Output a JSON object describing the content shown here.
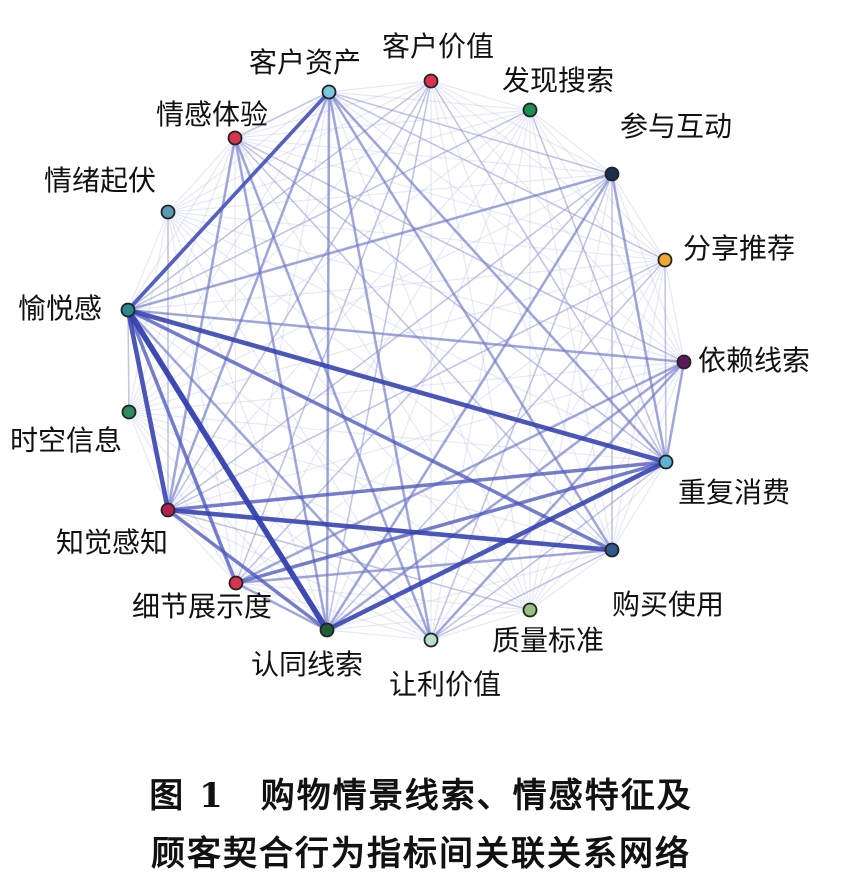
{
  "diagram": {
    "type": "network",
    "nodes": [
      {
        "id": "kehu_zichan",
        "label": "客户资产",
        "color": "#7ac8dc"
      },
      {
        "id": "kehu_jiazhi",
        "label": "客户价值",
        "color": "#d8334f"
      },
      {
        "id": "faxian_sousuo",
        "label": "发现搜索",
        "color": "#1f8f4f"
      },
      {
        "id": "canyu_hudong",
        "label": "参与互动",
        "color": "#1c2f4a"
      },
      {
        "id": "fenxiang_tuijian",
        "label": "分享推荐",
        "color": "#f0a830"
      },
      {
        "id": "yilai_xiansuo",
        "label": "依赖线索",
        "color": "#5a1a5a"
      },
      {
        "id": "chongfu_xiaofei",
        "label": "重复消费",
        "color": "#5ab4d6"
      },
      {
        "id": "goumai_shiyong",
        "label": "购买使用",
        "color": "#2d5a8c"
      },
      {
        "id": "zhiliang_biaozhun",
        "label": "质量标准",
        "color": "#98c080"
      },
      {
        "id": "rangli_jiazhi",
        "label": "让利价值",
        "color": "#b6e0c8"
      },
      {
        "id": "rentong_xiansuo",
        "label": "认同线索",
        "color": "#1f5c38"
      },
      {
        "id": "xijie_zhanshidu",
        "label": "细节展示度",
        "color": "#d8334f"
      },
      {
        "id": "zhijue_ganzhi",
        "label": "知觉感知",
        "color": "#b02050"
      },
      {
        "id": "shikong_xinxi",
        "label": "时空信息",
        "color": "#2e8c5a"
      },
      {
        "id": "yuyue_gan",
        "label": "愉悦感",
        "color": "#2a8a8a"
      },
      {
        "id": "qingxu_qifu",
        "label": "情绪起伏",
        "color": "#5a9ab8"
      },
      {
        "id": "qinggan_tiyan",
        "label": "情感体验",
        "color": "#d8334f"
      }
    ],
    "edges": [
      {
        "source": "yuyue_gan",
        "target": "rentong_xiansuo",
        "weight": 5
      },
      {
        "source": "yuyue_gan",
        "target": "zhijue_ganzhi",
        "weight": 4
      },
      {
        "source": "yuyue_gan",
        "target": "chongfu_xiaofei",
        "weight": 4
      },
      {
        "source": "yuyue_gan",
        "target": "goumai_shiyong",
        "weight": 3
      },
      {
        "source": "yuyue_gan",
        "target": "xijie_zhanshidu",
        "weight": 3
      },
      {
        "source": "yuyue_gan",
        "target": "kehu_zichan",
        "weight": 3
      },
      {
        "source": "yuyue_gan",
        "target": "yilai_xiansuo",
        "weight": 2
      },
      {
        "source": "yuyue_gan",
        "target": "rangli_jiazhi",
        "weight": 2
      },
      {
        "source": "zhijue_ganzhi",
        "target": "goumai_shiyong",
        "weight": 4
      },
      {
        "source": "zhijue_ganzhi",
        "target": "chongfu_xiaofei",
        "weight": 3
      },
      {
        "source": "zhijue_ganzhi",
        "target": "rentong_xiansuo",
        "weight": 3
      },
      {
        "source": "zhijue_ganzhi",
        "target": "kehu_zichan",
        "weight": 2
      },
      {
        "source": "zhijue_ganzhi",
        "target": "qinggan_tiyan",
        "weight": 2
      },
      {
        "source": "zhijue_ganzhi",
        "target": "canyu_hudong",
        "weight": 1
      },
      {
        "source": "rentong_xiansuo",
        "target": "chongfu_xiaofei",
        "weight": 4
      },
      {
        "source": "rentong_xiansuo",
        "target": "kehu_zichan",
        "weight": 2
      },
      {
        "source": "rentong_xiansuo",
        "target": "xijie_zhanshidu",
        "weight": 2
      },
      {
        "source": "rentong_xiansuo",
        "target": "yilai_xiansuo",
        "weight": 2
      },
      {
        "source": "rentong_xiansuo",
        "target": "canyu_hudong",
        "weight": 2
      },
      {
        "source": "rentong_xiansuo",
        "target": "qinggan_tiyan",
        "weight": 2
      },
      {
        "source": "xijie_zhanshidu",
        "target": "chongfu_xiaofei",
        "weight": 3
      },
      {
        "source": "xijie_zhanshidu",
        "target": "goumai_shiyong",
        "weight": 2
      },
      {
        "source": "kehu_zichan",
        "target": "goumai_shiyong",
        "weight": 2
      },
      {
        "source": "kehu_zichan",
        "target": "chongfu_xiaofei",
        "weight": 2
      },
      {
        "source": "kehu_zichan",
        "target": "rangli_jiazhi",
        "weight": 2
      },
      {
        "source": "kehu_zichan",
        "target": "yuyue_gan",
        "weight": 3
      },
      {
        "source": "kehu_zichan",
        "target": "canyu_hudong",
        "weight": 1
      },
      {
        "source": "kehu_zichan",
        "target": "fenxiang_tuijian",
        "weight": 1
      },
      {
        "source": "qinggan_tiyan",
        "target": "rangli_jiazhi",
        "weight": 2
      },
      {
        "source": "qinggan_tiyan",
        "target": "chongfu_xiaofei",
        "weight": 1
      },
      {
        "source": "qinggan_tiyan",
        "target": "goumai_shiyong",
        "weight": 1
      },
      {
        "source": "qinggan_tiyan",
        "target": "yilai_xiansuo",
        "weight": 1
      },
      {
        "source": "yilai_xiansuo",
        "target": "chongfu_xiaofei",
        "weight": 2
      },
      {
        "source": "yilai_xiansuo",
        "target": "rangli_jiazhi",
        "weight": 2
      },
      {
        "source": "yilai_xiansuo",
        "target": "xijie_zhanshidu",
        "weight": 2
      },
      {
        "source": "canyu_hudong",
        "target": "chongfu_xiaofei",
        "weight": 2
      },
      {
        "source": "canyu_hudong",
        "target": "yuyue_gan",
        "weight": 2
      },
      {
        "source": "canyu_hudong",
        "target": "rangli_jiazhi",
        "weight": 1
      },
      {
        "source": "canyu_hudong",
        "target": "goumai_shiyong",
        "weight": 1
      },
      {
        "source": "canyu_hudong",
        "target": "xijie_zhanshidu",
        "weight": 1
      },
      {
        "source": "kehu_jiazhi",
        "target": "xijie_zhanshidu",
        "weight": 1
      },
      {
        "source": "kehu_jiazhi",
        "target": "chongfu_xiaofei",
        "weight": 1
      },
      {
        "source": "kehu_jiazhi",
        "target": "zhijue_ganzhi",
        "weight": 1
      },
      {
        "source": "kehu_jiazhi",
        "target": "rentong_xiansuo",
        "weight": 1
      },
      {
        "source": "kehu_jiazhi",
        "target": "yuyue_gan",
        "weight": 1
      },
      {
        "source": "chongfu_xiaofei",
        "target": "rangli_jiazhi",
        "weight": 1
      },
      {
        "source": "goumai_shiyong",
        "target": "rangli_jiazhi",
        "weight": 1
      },
      {
        "source": "fenxiang_tuijian",
        "target": "chongfu_xiaofei",
        "weight": 1
      },
      {
        "source": "fenxiang_tuijian",
        "target": "zhijue_ganzhi",
        "weight": 1
      },
      {
        "source": "fenxiang_tuijian",
        "target": "rentong_xiansuo",
        "weight": 1
      },
      {
        "source": "faxian_sousuo",
        "target": "chongfu_xiaofei",
        "weight": 1
      },
      {
        "source": "faxian_sousuo",
        "target": "yuyue_gan",
        "weight": 1
      },
      {
        "source": "qinggan_tiyan",
        "target": "kehu_zichan",
        "weight": 1
      },
      {
        "source": "qingxu_qifu",
        "target": "zhijue_ganzhi",
        "weight": 1
      },
      {
        "source": "shikong_xinxi",
        "target": "yuyue_gan",
        "weight": 1
      },
      {
        "source": "zhiliang_biaozhun",
        "target": "zhijue_ganzhi",
        "weight": 1
      }
    ]
  },
  "caption": {
    "line1": "图 1　购物情景线索、情感特征及",
    "line2": "顾客契合行为指标间关联关系网络"
  }
}
